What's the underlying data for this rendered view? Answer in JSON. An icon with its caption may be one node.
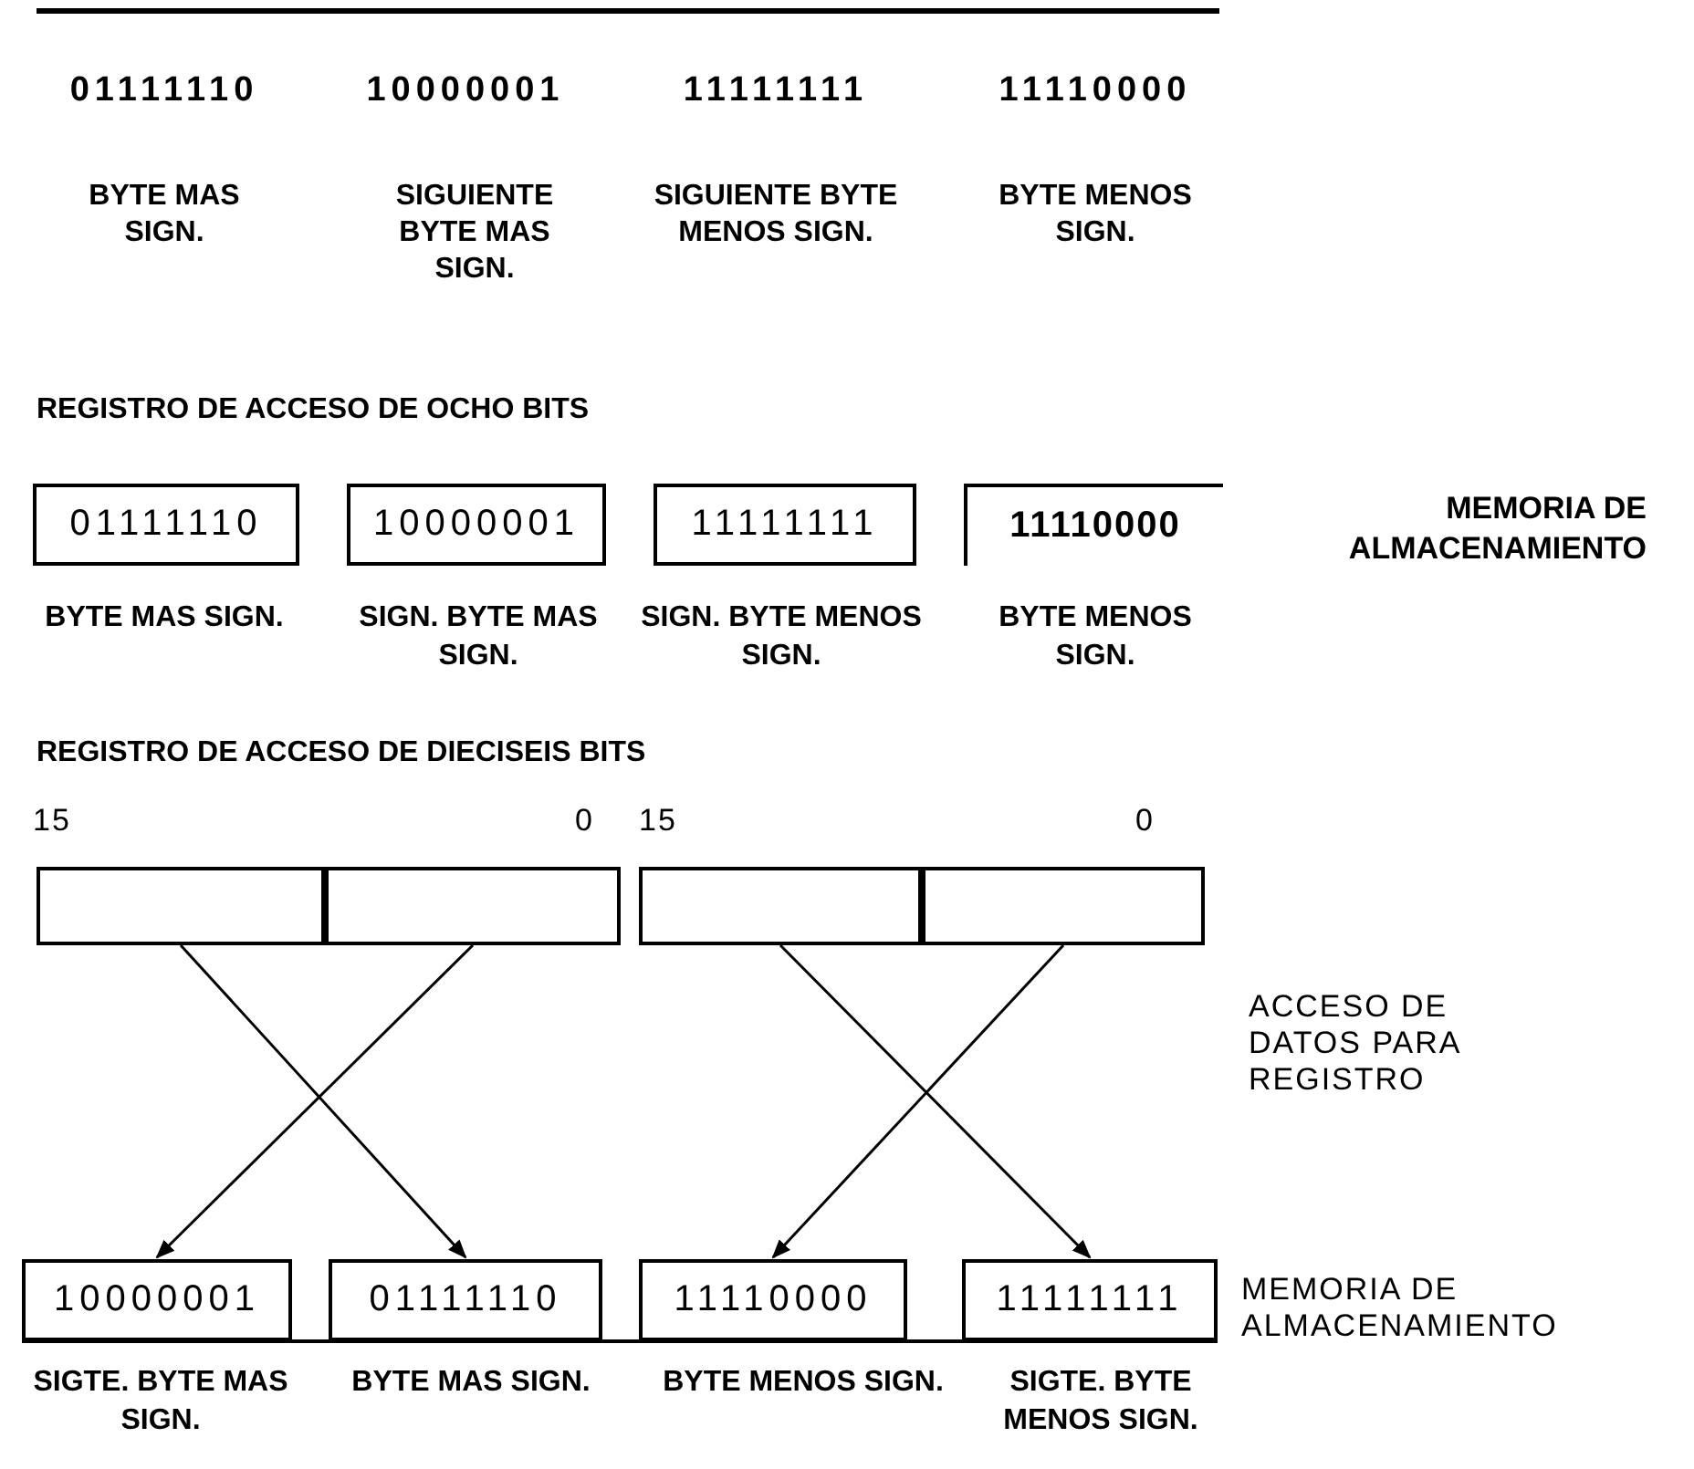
{
  "diagram": {
    "nodes": [
      {
        "text": [
          "01111110"
        ],
        "beside": [
          "BYTE MAS SIGN."
        ]
      },
      {
        "text": [
          "10000001"
        ],
        "beside": [
          "SIGN. BYTE MAS SIGN."
        ]
      },
      {
        "text": [
          "11111111"
        ],
        "beside": [
          "SIGN. BYTE MENOS SIGN."
        ]
      },
      {
        "text": [
          "11110000"
        ],
        "beside": [
          "BYTE MENOS SIGN."
        ]
      },
      {
        "text": [],
        "shape": "box"
      },
      {
        "text": [],
        "shape": "box"
      },
      {
        "text": [],
        "shape": "box"
      },
      {
        "text": [],
        "shape": "box"
      },
      {
        "text": [
          "10000001"
        ],
        "beside": [
          "SIGTE. BYTE MAS SIGN."
        ]
      },
      {
        "text": [
          "01111110"
        ],
        "beside": [
          "BYTE MAS SIGN."
        ]
      },
      {
        "text": [
          "11110000"
        ],
        "beside": [
          "BYTE MENOS SIGN."
        ]
      },
      {
        "text": [
          "11111111"
        ],
        "beside": [
          "SIGTE. BYTE MENOS SIGN."
        ]
      }
    ],
    "edges": [
      {
        "from": 4,
        "to": 9,
        "arrow": "to"
      },
      {
        "from": 5,
        "to": 8,
        "arrow": "to"
      },
      {
        "from": 6,
        "to": 11,
        "arrow": "to"
      },
      {
        "from": 7,
        "to": 10,
        "arrow": "to"
      }
    ],
    "labels": [
      "01111110",
      "10000001",
      "11111111",
      "11110000",
      "BYTE MAS SIGN.",
      "SIGUIENTE BYTE MAS SIGN.",
      "SIGUIENTE BYTE MENOS SIGN.",
      "BYTE MENOS SIGN.",
      "REGISTRO DE ACCESO DE OCHO BITS",
      "MEMORIA DE ALMACENAMIENTO",
      "REGISTRO DE ACCESO DE DIECISEIS BITS",
      "15",
      "0",
      "15",
      "0",
      "ACCESO DE DATOS PARA REGISTRO",
      "MEMORIA DE ALMACENAMIENTO"
    ]
  }
}
